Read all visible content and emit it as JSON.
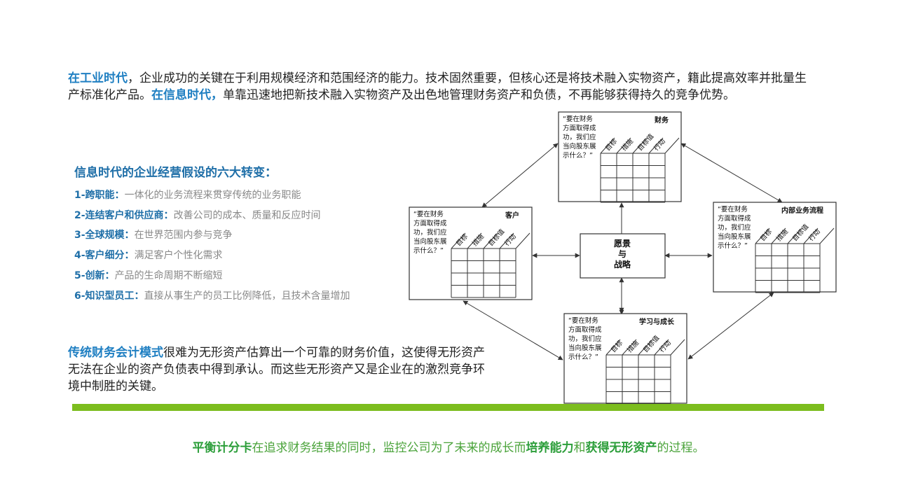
{
  "intro": {
    "era1": "在工业时代",
    "text1": "，企业成功的关键在于利用规模经济和范围经济的能力。技术固然重要，但核心还是将技术融入实物资产，籍此提高效率并批量生产标准化产品。",
    "era2": "在信息时代，",
    "text2": "单靠迅速地把新技术融入实物资产及出色地管理财务资产和负债，不再能够获得持久的竞争优势。"
  },
  "shifts": {
    "title": "信息时代的企业经营假设的六大转变：",
    "items": [
      {
        "key": "1-跨职能：",
        "desc": "一体化的业务流程来贯穿传统的业务职能"
      },
      {
        "key": "2-连结客户和供应商：",
        "desc": "改善公司的成本、质量和反应时间"
      },
      {
        "key": "3-全球规模：",
        "desc": "在世界范围内参与竞争"
      },
      {
        "key": "4-客户细分：",
        "desc": "满足客户个性化需求"
      },
      {
        "key": "5-创新：",
        "desc": "产品的生命周期不断缩短"
      },
      {
        "key": "6-知识型员工：",
        "desc": "直接从事生产的员工比例降低，且技术含量增加"
      }
    ]
  },
  "traditional": {
    "key": "传统财务会计模式",
    "text": "很难为无形资产估算出一个可靠的财务价值，这使得无形资产无法在企业的资产负债表中得到承认。而这些无形资产又是企业在的激烈竞争环境中制胜的关键。"
  },
  "diagram": {
    "center": {
      "line1": "愿景",
      "line2": "与",
      "line3": "战略"
    },
    "question_lines": [
      "“要在财务",
      "方面取得成",
      "功，我们应",
      "当向股东展",
      "示什么？”"
    ],
    "columns": [
      "目标",
      "措施",
      "目标值",
      "行动"
    ],
    "boxes": [
      {
        "id": "finance",
        "title": "财务"
      },
      {
        "id": "customer",
        "title": "客户"
      },
      {
        "id": "process",
        "title": "内部业务流程"
      },
      {
        "id": "learning",
        "title": "学习与成长"
      }
    ]
  },
  "footer": {
    "k1": "平衡计分卡",
    "t1": "在追求财务结果的同时，监控公司为了未来的成长而",
    "k2": "培养能力",
    "t2": "和",
    "k3": "获得无形资产",
    "t3": "的过程。"
  },
  "colors": {
    "blue": "#1f7fc2",
    "green": "#2c9e3a",
    "bar": "#7cbd1e"
  }
}
